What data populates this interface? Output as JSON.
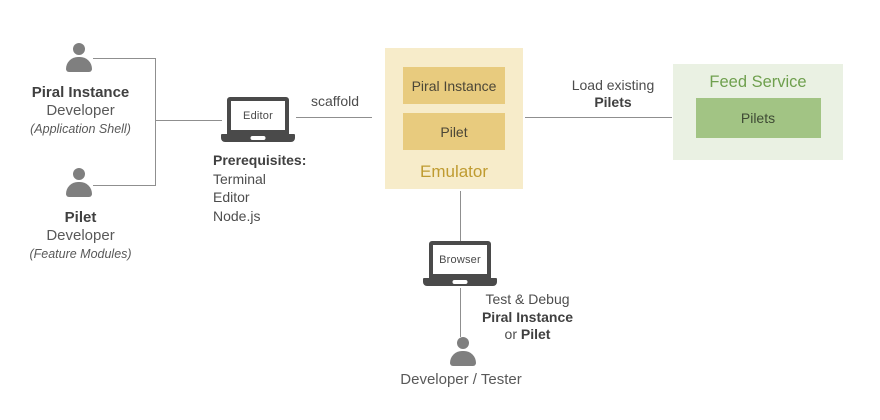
{
  "actors": {
    "piral": {
      "name": "Piral Instance",
      "role": "Developer",
      "note": "(Application Shell)"
    },
    "pilet": {
      "name": "Pilet",
      "role": "Developer",
      "note": "(Feature Modules)"
    },
    "tester": {
      "name": "Developer / Tester"
    }
  },
  "editor": {
    "screen_label": "Editor",
    "prereq_title": "Prerequisites:",
    "prereq_items": [
      "Terminal",
      "Editor",
      "Node.js"
    ]
  },
  "browser": {
    "screen_label": "Browser"
  },
  "emulator": {
    "title": "Emulator",
    "slots": [
      "Piral Instance",
      "Pilet"
    ]
  },
  "feed": {
    "title": "Feed Service",
    "slot": "Pilets"
  },
  "edges": {
    "scaffold": "scaffold",
    "load_line1": "Load existing",
    "load_line2": "Pilets",
    "test_line1": "Test & Debug",
    "test_line2": "Piral Instance",
    "test_line3_pre": "or",
    "test_line3_bold": "Pilet"
  },
  "colors": {
    "emulator_bg": "#f7ecca",
    "emulator_slot_bg": "#e8cb7e",
    "emulator_title": "#bf9b30",
    "feed_bg": "#eaf1e3",
    "feed_title": "#6fa04e",
    "feed_slot_bg": "#a2c484",
    "icon_gray": "#7f7f7f",
    "laptop_dark": "#4a4a4a",
    "line_gray": "#8f8f8f",
    "text_dark": "#404040",
    "text_medium": "#595959"
  }
}
